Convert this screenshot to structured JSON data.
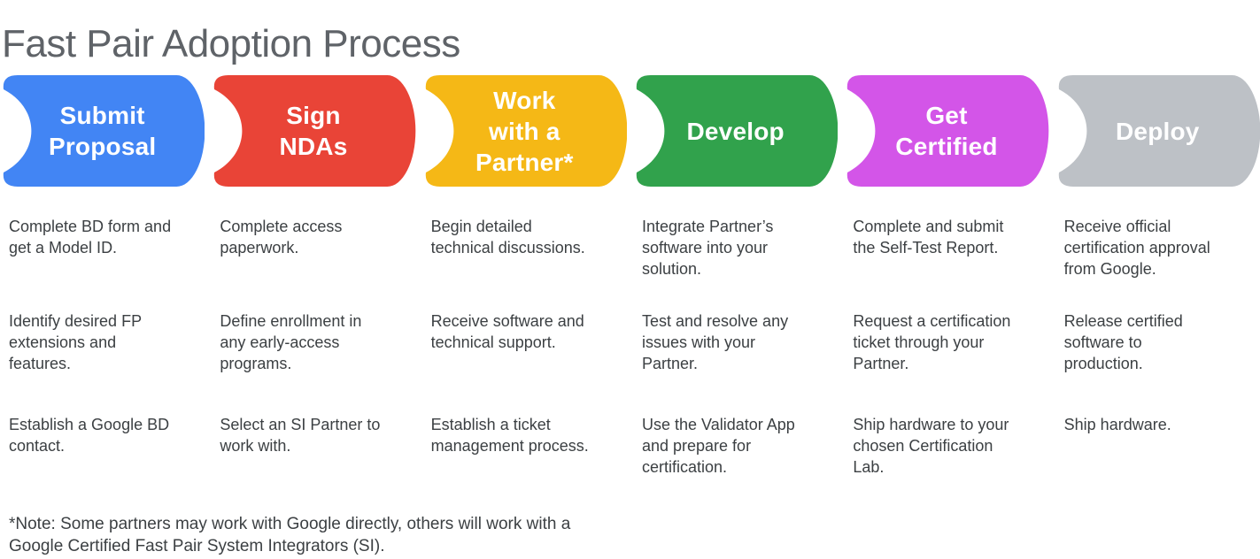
{
  "page": {
    "title": "Fast Pair Adoption Process",
    "background_color": "#ffffff",
    "title_color": "#5f6368",
    "body_text_color": "#3c4043"
  },
  "stages": [
    {
      "label": "Submit\nProposal",
      "color": "#4285F4"
    },
    {
      "label": "Sign\nNDAs",
      "color": "#E94437"
    },
    {
      "label": "Work\nwith a\nPartner*",
      "color": "#F5B816"
    },
    {
      "label": "Develop",
      "color": "#31A24C"
    },
    {
      "label": "Get\nCertified",
      "color": "#D355E8"
    },
    {
      "label": "Deploy",
      "color": "#BDC1C6"
    }
  ],
  "columns": [
    {
      "rows": [
        "Complete BD form and\nget a Model ID.",
        "Identify desired FP\nextensions and\nfeatures.",
        "Establish a Google BD\ncontact."
      ]
    },
    {
      "rows": [
        "Complete access\npaperwork.",
        "Define enrollment in\nany early-access\nprograms.",
        "Select an SI Partner to\nwork with."
      ]
    },
    {
      "rows": [
        "Begin detailed\ntechnical discussions.",
        "Receive software and\ntechnical support.",
        "Establish a ticket\nmanagement process."
      ]
    },
    {
      "rows": [
        "Integrate Partner’s\nsoftware into your\nsolution.",
        "Test and resolve any\nissues with your\nPartner.",
        "Use the Validator App\nand prepare for\ncertification."
      ]
    },
    {
      "rows": [
        "Complete and submit\nthe Self-Test Report.",
        "Request a certification\nticket through your\nPartner.",
        "Ship hardware to your\nchosen Certification\nLab."
      ]
    },
    {
      "rows": [
        "Receive official\ncertification approval\nfrom Google.",
        "Release certified\nsoftware to\nproduction.",
        "Ship hardware."
      ]
    }
  ],
  "note": "*Note: Some partners may work with Google directly, others will work with a\nGoogle Certified Fast Pair System Integrators (SI)."
}
